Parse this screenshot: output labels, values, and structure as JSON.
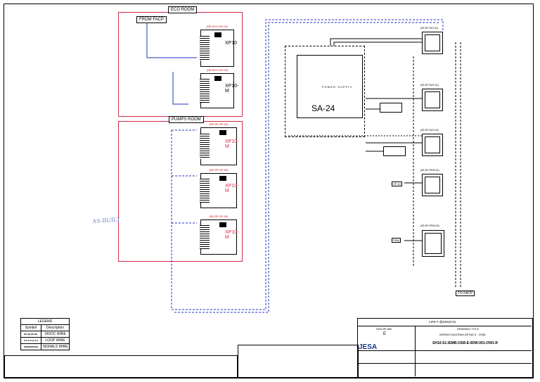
{
  "rooms": {
    "eco_room": "ECO ROOM",
    "pumps_room": "PUMPS ROOM"
  },
  "labels": {
    "from_facp": "FROM FACP",
    "to_facp": "TO FACP",
    "power_supply": "POWER SUPPLY",
    "panel_name": "SA-24",
    "as_built": "AS-BUILT"
  },
  "modules": [
    {
      "tag": "(SE-ECO-XP-01)",
      "name": "XP10"
    },
    {
      "tag": "(SE-ECO-XP-02)",
      "name": "XP10-M"
    },
    {
      "tag": "(SE-PP-XP-01)",
      "name": "XP10-M"
    },
    {
      "tag": "(SE-PP-XP-02)",
      "name": "XP10-M"
    },
    {
      "tag": "(SE-PP-XP-03)",
      "name": "XP10-M"
    }
  ],
  "right_modules": [
    {
      "tag": "(SE-EP-ISO-01)"
    },
    {
      "tag": "(SE-EP-SLR-01)"
    },
    {
      "tag": "(SE-EP-SLR-02)"
    },
    {
      "tag": "(SE-EP-PRM-01)"
    },
    {
      "tag": "(SE-EP-PRM-02)"
    }
  ],
  "devices": {
    "xp10": "XP-10",
    "prm": "PRM"
  },
  "legend": {
    "title": "LEGEND",
    "col_symbol": "Symbol",
    "col_description": "Description",
    "rows": [
      "24VDC WIRE",
      "LOOP WIRE",
      "SIGNALS WIRE"
    ]
  },
  "title_block": {
    "life": "LIFE F @81810-01",
    "drawing_title_label": "DRAWING TITLE",
    "discipline_label": "DISCIPLINE",
    "discipline_value": "E",
    "drawing_title": "WIRING DIAGRAM DETAILS - OSBL",
    "drawing_number": "SH10-S1-IEMB-OSB-E-0DW-001-OW1-R",
    "company": "JESA"
  }
}
